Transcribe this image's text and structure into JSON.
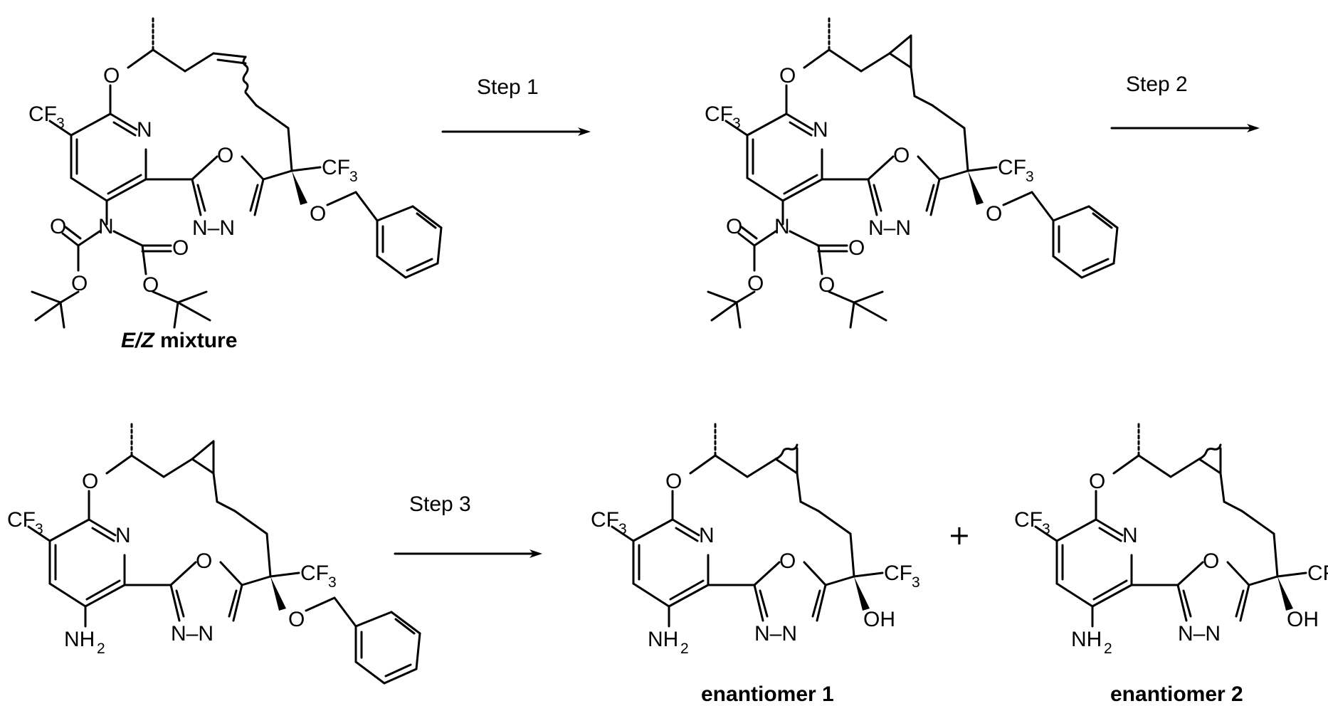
{
  "scheme": {
    "steps": [
      "Step 1",
      "Step 2",
      "Step 3"
    ],
    "plus_sign": "+",
    "captions": {
      "mixture_prefix": "E/Z",
      "mixture_suffix": " mixture",
      "enantiomer_1": "enantiomer 1",
      "enantiomer_2": "enantiomer 2"
    },
    "atoms": {
      "oxygen": "O",
      "nitrogen": "N",
      "cf": "CF",
      "three": "3",
      "nh": "NH",
      "two": "2",
      "hydroxyl": "OH",
      "n_n": "N–N"
    }
  }
}
